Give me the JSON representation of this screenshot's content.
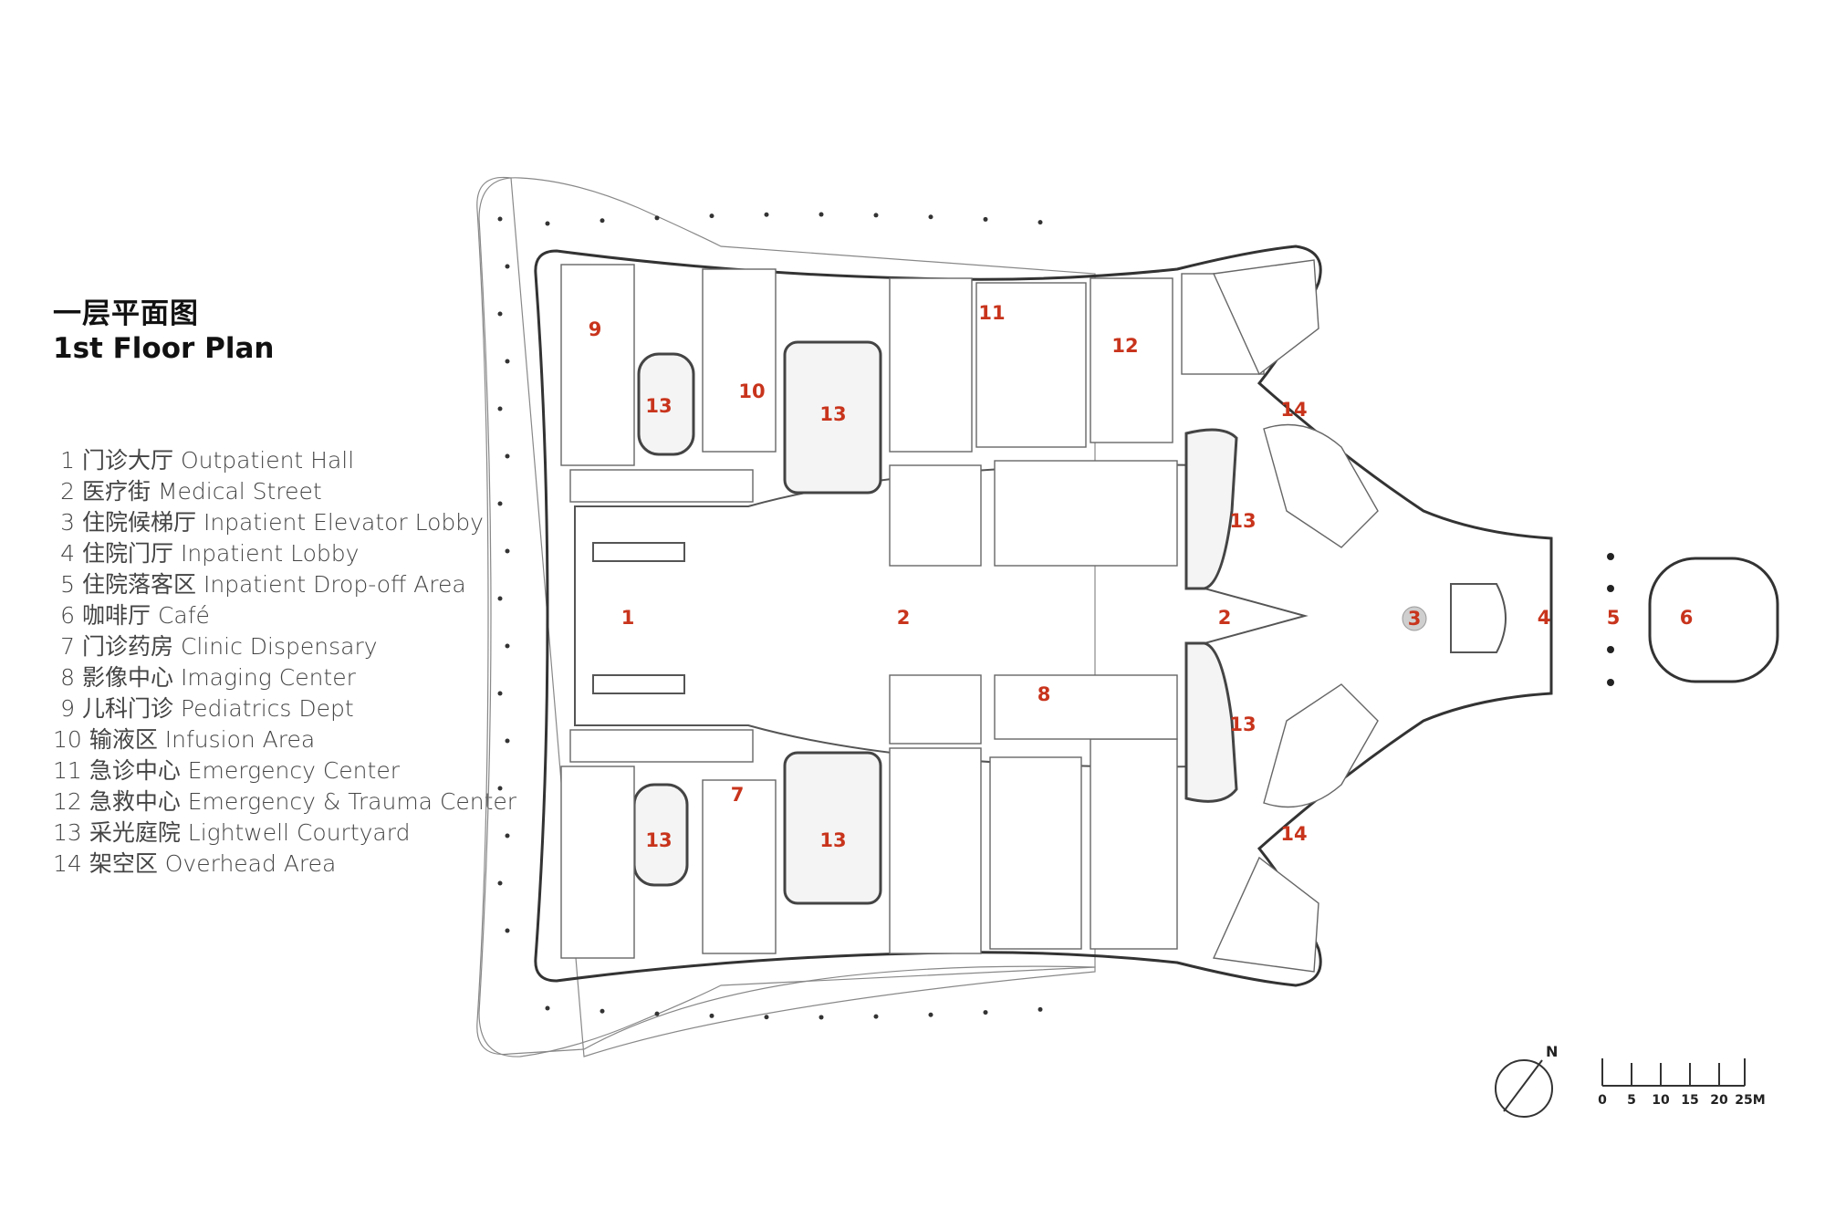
{
  "title": {
    "zh": "一层平面图",
    "en": "1st Floor Plan"
  },
  "legend": [
    {
      "num": "1",
      "text": "门诊大厅 Outpatient Hall"
    },
    {
      "num": "2",
      "text": "医疗街 Medical Street"
    },
    {
      "num": "3",
      "text": "住院候梯厅 Inpatient Elevator Lobby"
    },
    {
      "num": "4",
      "text": "住院门厅 Inpatient Lobby"
    },
    {
      "num": "5",
      "text": "住院落客区 Inpatient Drop-off Area"
    },
    {
      "num": "6",
      "text": "咖啡厅 Café"
    },
    {
      "num": "7",
      "text": "门诊药房 Clinic Dispensary"
    },
    {
      "num": "8",
      "text": "影像中心 Imaging Center"
    },
    {
      "num": "9",
      "text": "儿科门诊 Pediatrics Dept"
    },
    {
      "num": "10",
      "text": "输液区 Infusion Area"
    },
    {
      "num": "11",
      "text": "急诊中心 Emergency Center"
    },
    {
      "num": "12",
      "text": "急救中心 Emergency & Trauma Center"
    },
    {
      "num": "13",
      "text": "采光庭院 Lightwell Courtyard"
    },
    {
      "num": "14",
      "text": "架空区 Overhead Area"
    }
  ],
  "plan_labels": [
    "1",
    "2",
    "2",
    "3",
    "4",
    "5",
    "6",
    "7",
    "8",
    "9",
    "10",
    "11",
    "12",
    "13",
    "13",
    "13",
    "13",
    "13",
    "13",
    "14",
    "14"
  ],
  "north": "N",
  "scale": {
    "ticks": [
      "0",
      "5",
      "10",
      "15",
      "20",
      "25M"
    ]
  },
  "colors": {
    "label": "#c8341c",
    "line": "#555555",
    "background": "#ffffff"
  }
}
